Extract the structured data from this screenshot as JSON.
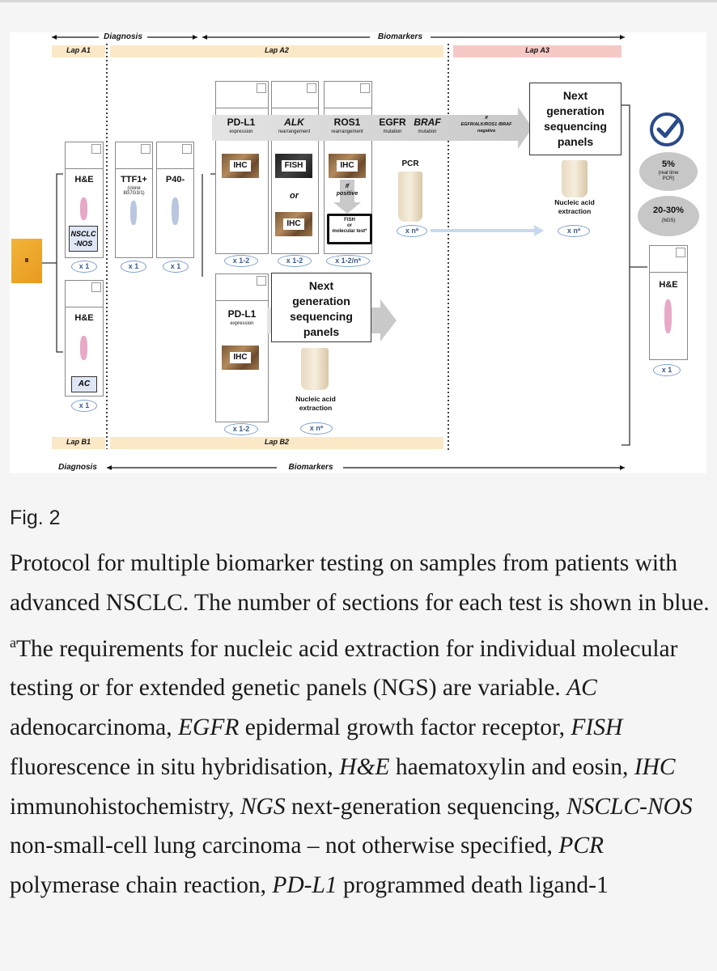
{
  "figure": {
    "top_diagnosis": "Diagnosis",
    "top_biomarkers": "Biomarkers",
    "bottom_diagnosis": "Diagnosis",
    "bottom_biomarkers": "Biomarkers",
    "lap_a1": "Lap A1",
    "lap_a2": "Lap A2",
    "lap_a3": "Lap A3",
    "lap_b1": "Lap B1",
    "lap_b2": "Lap B2",
    "he_a": "H&E",
    "nsclc_nos": "NSCLC\n-NOS",
    "ttf1": "TTF1+",
    "ttf1_clone": "(clone\n8G7G3/1)",
    "p40": "P40-",
    "pdl1": "PD-L1",
    "pdl1_sub": "expression",
    "alk": "ALK",
    "alk_sub": "rearrangement",
    "ros1": "ROS1",
    "ros1_sub": "rearrangement",
    "egfr": "EGFR",
    "egfr_sub": "mutation",
    "braf": "BRAF",
    "braf_sub": "mutation",
    "if_negative": "If\nEGFR/ALK/ROS1 /BRAF\nnegative",
    "ihc": "IHC",
    "fish": "FISH",
    "or": "or",
    "if_positive": "If\npositive",
    "fish_mol": "FISH\nor\nmolecular test*",
    "pcr": "PCR",
    "ngs_panels": "Next\ngeneration\nsequencing\npanels",
    "nucleic": "Nucleic acid\nextraction",
    "pct5": "5%",
    "pct5_sub": "(real time\nPCR)",
    "pct2030": "20-30%",
    "pct2030_sub": "(NGS)",
    "he_b": "H&E",
    "ac": "AC",
    "he_right": "H&E",
    "x1": "x 1",
    "x12": "x 1-2",
    "x12n": "x 1-2/nª",
    "xn": "x nª"
  },
  "caption": {
    "title": "Fig. 2",
    "text_1": "Protocol for multiple biomarker testing on samples from patients with advanced NSCLC. The number of sections for each test is shown in blue. ",
    "sup_a": "a",
    "text_2": "The requirements for nucleic acid extraction for individual molecular testing or for extended genetic panels (NGS) are variable. ",
    "abbr": [
      {
        "term": "AC",
        "def": "adenocarcinoma,"
      },
      {
        "term": "EGFR",
        "def": "epidermal growth factor receptor,"
      },
      {
        "term": "FISH",
        "def": "fluorescence in situ hybridisation,"
      },
      {
        "term": "H&E",
        "def": "haematoxylin and eosin,"
      },
      {
        "term": "IHC",
        "def": "immunohistochemistry,"
      },
      {
        "term": "NGS",
        "def": "next-generation sequencing,"
      },
      {
        "term": "NSCLC-NOS",
        "def": "non-small-cell lung carcinoma – not otherwise specified,"
      },
      {
        "term": "PCR",
        "def": "polymerase chain reaction,"
      },
      {
        "term": "PD-L1",
        "def": "programmed death ligand-1"
      }
    ]
  },
  "colors": {
    "lap_a1_band": "#fbe8c7",
    "lap_a2_band": "#fbe8c7",
    "lap_a3_band": "#f6c9c6",
    "lap_b_band": "#fbe8c7",
    "pill_blue": "#7a9ec9",
    "check_blue": "#2a4a8a"
  }
}
